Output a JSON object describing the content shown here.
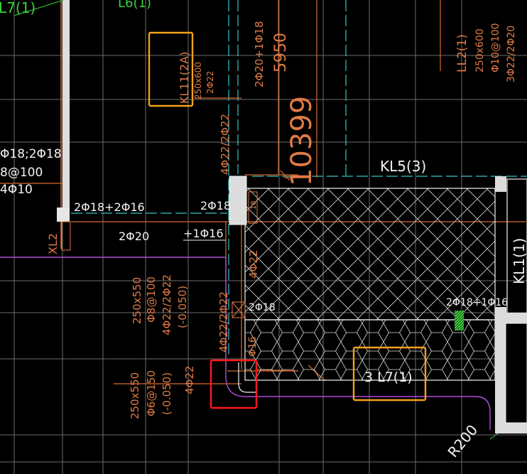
{
  "colors": {
    "background": "#000000",
    "grid": "#9a9a9a",
    "wall": "#e6e6e6",
    "cyan": "#34c6c6",
    "orange": "#e07a45",
    "white_text": "#f2f2f2",
    "purple": "#b04ad6",
    "highlight_orange": "#f4a21a",
    "highlight_red": "#ff1a1a",
    "green": "#3bd13b"
  },
  "labels": {
    "l7_top": "L7(1)",
    "l6_top": "L6(1)",
    "kl11_main": "KL11(2A)",
    "kl11_size": "250x600",
    "kl11_rebar": "2Φ22",
    "rebar_vertical_1": "2Φ20+1Φ18",
    "dim_5950": "5950",
    "dim_10399": "10399",
    "ll2_main": "LL2(1)",
    "ll2_size": "250x600",
    "ll2_stirrup": "Φ10@100",
    "ll2_rebar": "3Φ22/2Φ20",
    "left_rebar_1": "Φ18;2Φ18",
    "left_rebar_2": "8@100",
    "left_rebar_3": "4Φ10",
    "rebar_4_22_2_22": "4Φ22/2Φ22",
    "kl5": "KL5(3)",
    "rebar_2_18_2_16": "2Φ18+2Φ16",
    "rebar_2_18_a": "2Φ18",
    "dim_small_18": "18",
    "kl1": "KL1(1)",
    "xl2": "XL2",
    "rebar_2_20": "2Φ20",
    "rebar_1_16": "+1Φ16",
    "rebar_4_22_vert": "4Φ22",
    "beam_a_size": "250x550",
    "beam_a_stirrup": "Φ8@100",
    "beam_a_rebar": "4Φ22/2Φ22",
    "beam_a_elev": "(-0.050)",
    "rebar_4_22_2_22_lower": "4Φ22/2Φ22",
    "rebar_2_18_b": "2Φ18",
    "rebar_2_18_1_16": "2Φ18+1Φ16",
    "rebar_16_small": "Φ16",
    "beam_b_size": "250x550",
    "beam_b_stirrup": "Φ6@150",
    "beam_b_elev": "(-0.050)",
    "beam_b_rebar": "4Φ22",
    "l7_box": "3 L7(1)",
    "r200": "R200"
  }
}
